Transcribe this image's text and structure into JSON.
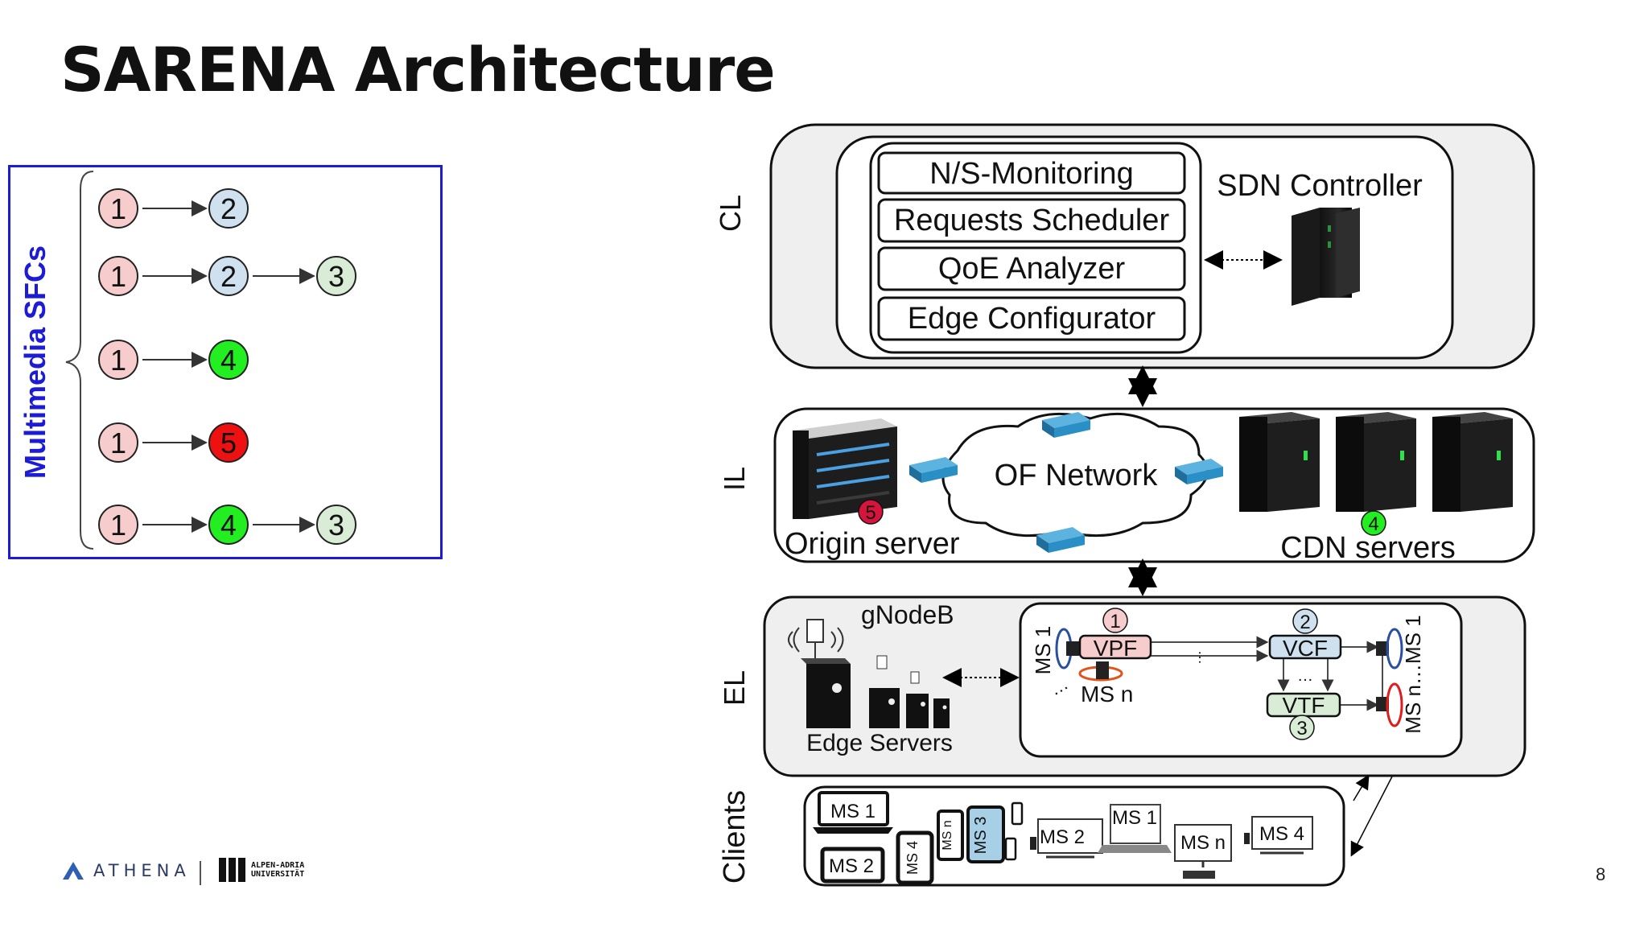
{
  "slide": {
    "title": "SARENA Architecture",
    "page_number": "8"
  },
  "sfc_panel": {
    "label": "Multimedia SFCs",
    "chains": [
      [
        "1",
        "2"
      ],
      [
        "1",
        "2",
        "3"
      ],
      [
        "1",
        "4"
      ],
      [
        "1",
        "5"
      ],
      [
        "1",
        "4",
        "3"
      ]
    ]
  },
  "layers": {
    "cl": "CL",
    "il": "IL",
    "el": "EL",
    "clients": "Clients"
  },
  "cl": {
    "modules": [
      "N/S-Monitoring",
      "Requests Scheduler",
      "QoE Analyzer",
      "Edge Configurator"
    ],
    "controller": "SDN Controller"
  },
  "il": {
    "network": "OF Network",
    "origin": "Origin server",
    "origin_badge": "5",
    "cdn": "CDN servers",
    "cdn_badge": "4"
  },
  "el": {
    "gnodeb": "gNodeB",
    "edge_servers": "Edge Servers",
    "vpf": "VPF",
    "vcf": "VCF",
    "vtf": "VTF",
    "vpf_badge": "1",
    "vcf_badge": "2",
    "vtf_badge": "3",
    "ms1_left": "MS 1",
    "msn_left": "MS n",
    "ms_right": "MS n…MS 1",
    "dots_h": "…",
    "dots_v": "…",
    "dots_left": "…"
  },
  "clients": {
    "devices": [
      "MS 1",
      "MS 2",
      "MS 4",
      "MS n",
      "MS 3",
      "MS 2",
      "MS 1",
      "MS n",
      "MS 4"
    ]
  },
  "footer": {
    "brand": "ATHENA",
    "university_line1": "ALPEN-ADRIA",
    "university_line2": "UNIVERSITÄT"
  },
  "colors": {
    "sfc_border": "#1c1cd6",
    "node_1": "#f6cccc",
    "node_2": "#cfe0ee",
    "node_3": "#d9ecd6",
    "node_4": "#22ee22",
    "node_5": "#ee1111",
    "layer_fill": "#efefef",
    "switch_blue": "#2a8fc4"
  }
}
